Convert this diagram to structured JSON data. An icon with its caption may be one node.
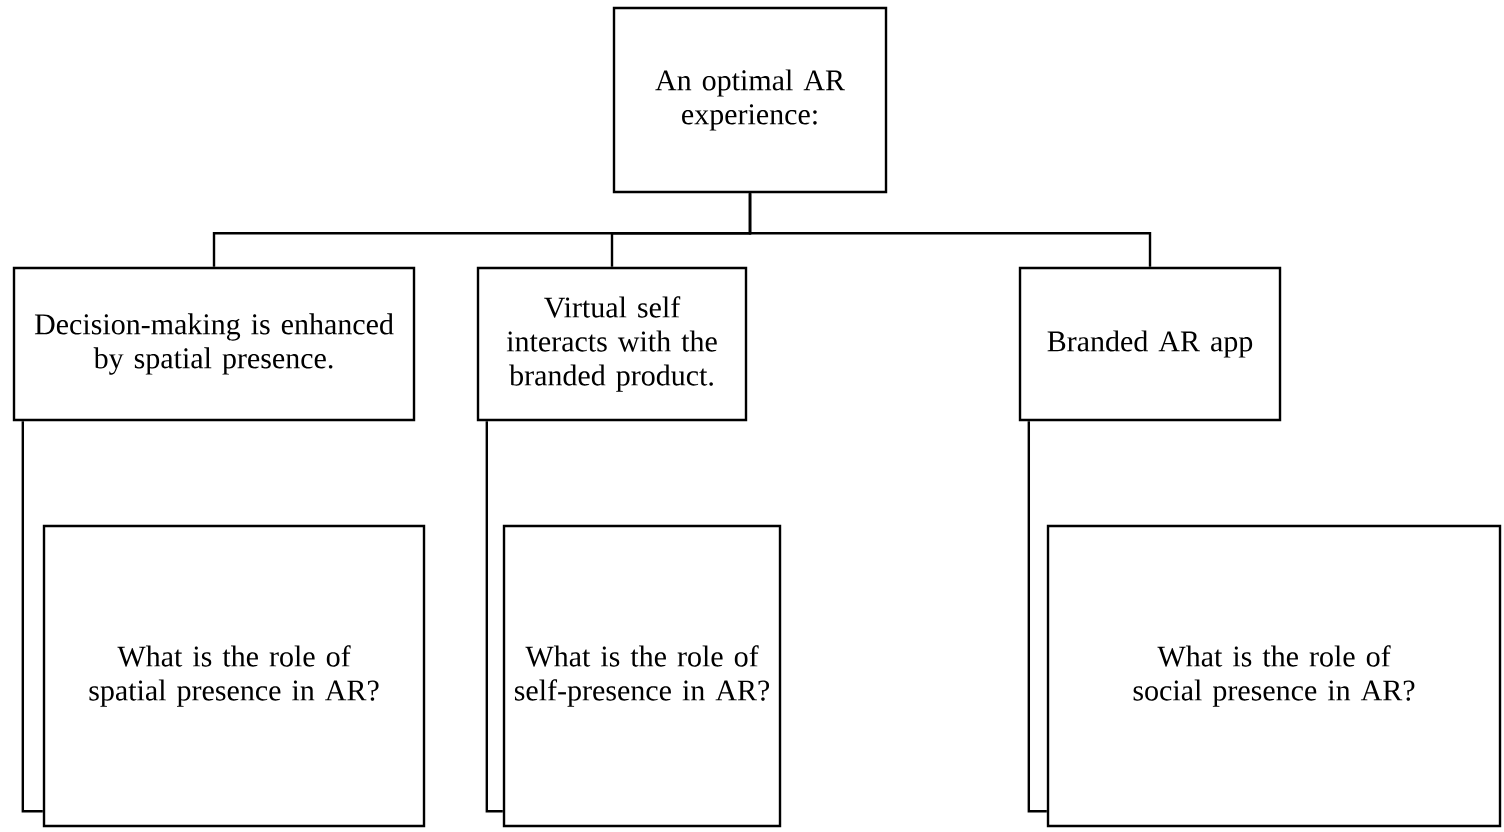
{
  "diagram": {
    "nodes": [
      {
        "text": [
          "An optimal AR experience:"
        ]
      },
      {
        "text": [
          "Decision-making is enhanced by spatial presence."
        ]
      },
      {
        "text": [
          "Virtual self interacts with the branded product."
        ]
      },
      {
        "text": [
          "Branded AR app"
        ]
      },
      {
        "text": [
          "What is the role of spatial presence in AR?"
        ]
      },
      {
        "text": [
          "What is the role of self-presence in AR?"
        ]
      },
      {
        "text": [
          "What is the role of social presence in AR?"
        ]
      }
    ],
    "edges": [
      {
        "from": 0,
        "to": 1,
        "arrow": "none"
      },
      {
        "from": 0,
        "to": 2,
        "arrow": "none"
      },
      {
        "from": 0,
        "to": 3,
        "arrow": "none"
      },
      {
        "from": 1,
        "to": 4,
        "arrow": "none"
      },
      {
        "from": 2,
        "to": 5,
        "arrow": "none"
      },
      {
        "from": 3,
        "to": 6,
        "arrow": "none"
      }
    ]
  }
}
